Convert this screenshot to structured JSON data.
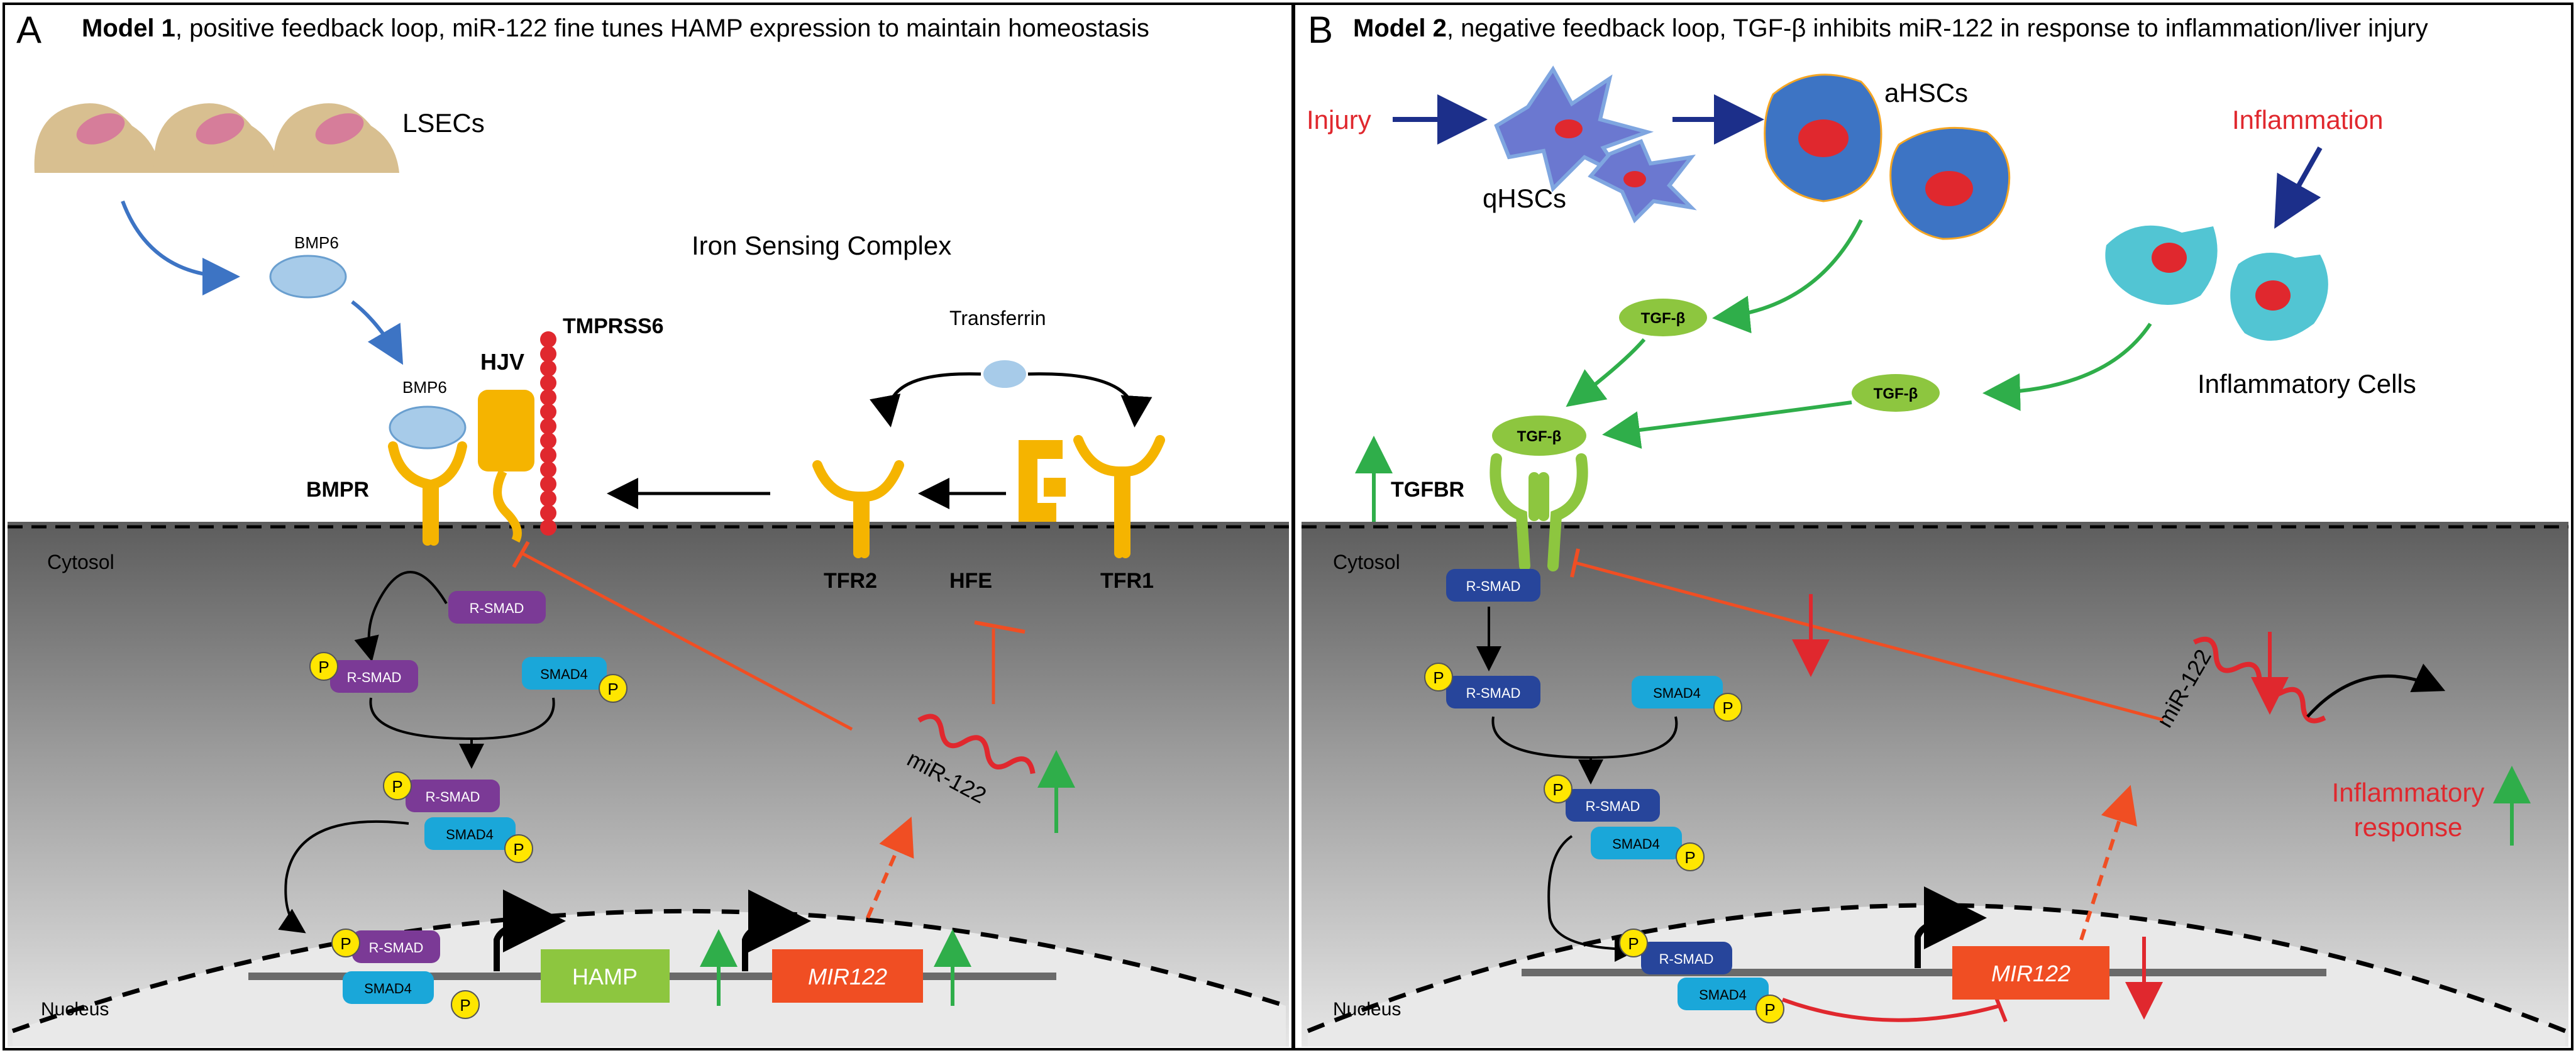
{
  "A": {
    "letter": "A",
    "bold": "Model 1",
    "title": ", positive feedback loop, miR-122 fine tunes HAMP expression to maintain homeostasis",
    "lsecs": "LSECs",
    "bmp6": "BMP6",
    "isc": "Iron Sensing Complex",
    "hjv": "HJV",
    "tmprss6": "TMPRSS6",
    "transferrin": "Transferrin",
    "bmpr": "BMPR",
    "tfr2": "TFR2",
    "hfe": "HFE",
    "tfr1": "TFR1",
    "cytosol": "Cytosol",
    "nucleus": "Nucleus",
    "rsmad": "R-SMAD",
    "smad4": "SMAD4",
    "p": "P",
    "hamp": "HAMP",
    "mir122gene": "MIR122",
    "mir": "miR-122"
  },
  "B": {
    "letter": "B",
    "bold": "Model 2",
    "title": ", negative feedback loop, TGF-β inhibits miR-122 in response to inflammation/liver injury",
    "injury": "Injury",
    "qhscs": "qHSCs",
    "ahscs": "aHSCs",
    "inflammation": "Inflammation",
    "inflcells": "Inflammatory Cells",
    "tgfb": "TGF-β",
    "tgfbr": "TGFBR",
    "cytosol": "Cytosol",
    "nucleus": "Nucleus",
    "rsmad": "R-SMAD",
    "smad4": "SMAD4",
    "p": "P",
    "mir122gene": "MIR122",
    "mir": "miR-122",
    "response1": "Inflammatory",
    "response2": "response"
  },
  "colors": {
    "yellow": "#f5b400",
    "purple": "#7b3a96",
    "cyan": "#1aa7d9",
    "navy": "#27459b",
    "green": "#2fae4a",
    "red": "#e0282e",
    "orange": "#f04e23",
    "lime": "#8dc63f"
  }
}
